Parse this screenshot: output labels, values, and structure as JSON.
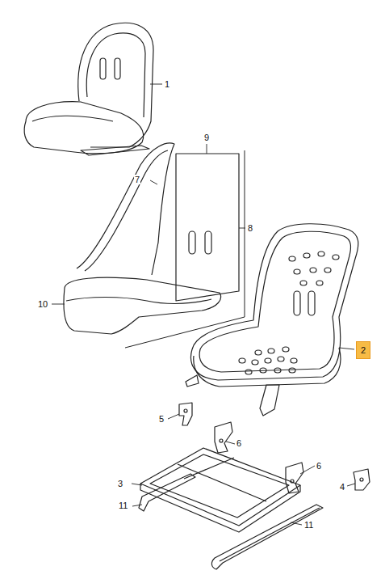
{
  "diagram": {
    "nodes": [
      {
        "text": [
          "2"
        ]
      }
    ],
    "labels": [
      "1",
      "9",
      "7",
      "8",
      "10",
      "5",
      "6",
      "6",
      "3",
      "4",
      "11",
      "11"
    ]
  }
}
